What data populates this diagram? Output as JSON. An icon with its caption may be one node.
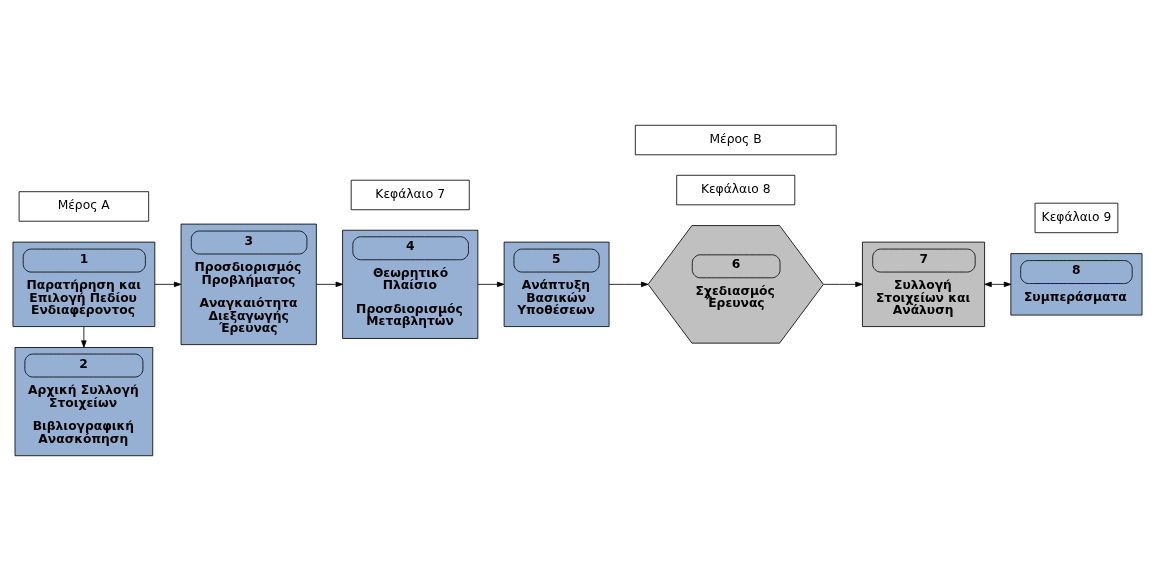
{
  "diagram": {
    "nodes": [
      {
        "text": [
          "1",
          "Παρατήρηση και Επιλογή Πεδίου Ενδιαφέροντος"
        ]
      },
      {
        "text": [
          "2",
          "Αρχική Συλλογή Στοιχείων",
          "Βιβλιογραφική Ανασκόπηση"
        ]
      },
      {
        "text": [
          "3",
          "Προσδιορισμός Προβλήματος",
          "Αναγκαιότητα Διεξαγωγής Έρευνας"
        ]
      },
      {
        "text": [
          "4",
          "Θεωρητικό Πλαίσιο",
          "Προσδιορισμός Μεταβλητών"
        ]
      },
      {
        "text": [
          "5",
          "Ανάπτυξη Βασικών Υποθέσεων"
        ]
      },
      {
        "text": [
          "6",
          "Σχεδιασμός Έρευνας"
        ]
      },
      {
        "text": [
          "7",
          "Συλλογή Στοιχείων και Ανάλυση"
        ]
      },
      {
        "text": [
          "8",
          "Συμπεράσματα"
        ]
      },
      {
        "text": [
          "Κεφάλαιο 7"
        ]
      },
      {
        "text": [
          "Κεφάλαιο 8"
        ]
      },
      {
        "text": [
          "Κεφάλαιο 9"
        ]
      },
      {
        "text": [
          "Μέρος Α"
        ]
      },
      {
        "text": [
          "Μέρος Β"
        ]
      }
    ],
    "edges": [
      {
        "from": 0,
        "to": 1,
        "arrow": "to"
      },
      {
        "from": 0,
        "to": 2,
        "arrow": "to"
      },
      {
        "from": 2,
        "to": 3,
        "arrow": "to"
      },
      {
        "from": 3,
        "to": 4,
        "arrow": "to"
      },
      {
        "from": 4,
        "to": 5,
        "arrow": "to"
      },
      {
        "from": 5,
        "to": 6,
        "arrow": "to"
      },
      {
        "from": 6,
        "to": 7,
        "arrow": "both"
      }
    ]
  }
}
